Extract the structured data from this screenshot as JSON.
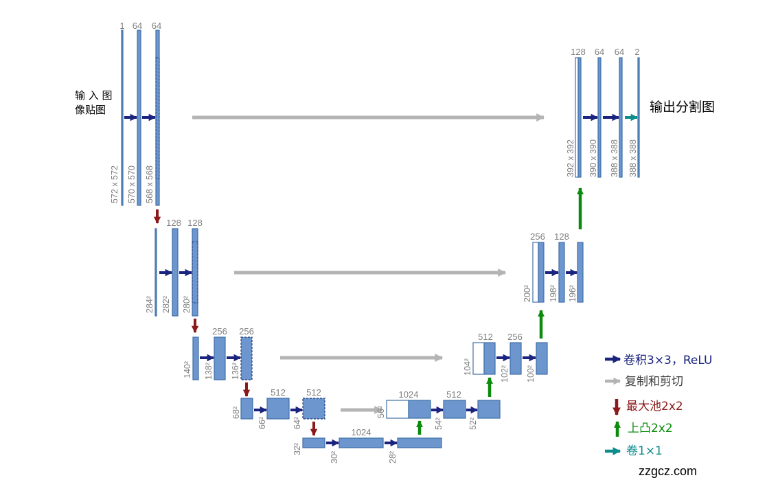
{
  "title_input": [
    "输 入 图",
    "像贴图"
  ],
  "title_output": "输出分割图",
  "watermark": "zzgcz.com",
  "channels": {
    "l1": [
      "1",
      "64",
      "64"
    ],
    "l2": [
      "128",
      "128"
    ],
    "l3": [
      "256",
      "256"
    ],
    "l4": [
      "512",
      "512"
    ],
    "bottom": "1024",
    "u4": [
      "1024",
      "512"
    ],
    "u3": [
      "512",
      "256"
    ],
    "u2": [
      "256",
      "128"
    ],
    "u1": [
      "128",
      "64",
      "64",
      "2"
    ]
  },
  "sizes": {
    "l1": [
      "572 x 572",
      "570 x 570",
      "568 x 568"
    ],
    "l2": [
      "284²",
      "282²",
      "280²"
    ],
    "l3": [
      "140²",
      "138²",
      "136²"
    ],
    "l4": [
      "68²",
      "66²",
      "64²"
    ],
    "bottom": [
      "32²",
      "30²",
      "28²"
    ],
    "u4": [
      "56²",
      "54²",
      "52²"
    ],
    "u3": [
      "104²",
      "102²",
      "100²"
    ],
    "u2": [
      "200²",
      "198²",
      "196²"
    ],
    "u1": [
      "392 x 392",
      "390 x 390",
      "388 x 388",
      "388 x 388"
    ]
  },
  "legend": [
    {
      "label": "卷积3×3，ReLU",
      "color": "#1a237e",
      "icon": "arrow-right-icon"
    },
    {
      "label": "复制和剪切",
      "color": "#404040",
      "icon": "arrow-right-gray-icon"
    },
    {
      "label": "最大池2x2",
      "color": "#8b1a1a",
      "icon": "arrow-down-icon"
    },
    {
      "label": "上凸2x2",
      "color": "#0b8a0b",
      "icon": "arrow-up-icon"
    },
    {
      "label": "卷1×1",
      "color": "#0e8c8c",
      "icon": "arrow-right-teal-icon"
    }
  ],
  "colors": {
    "conv": "#1a237e",
    "copy": "#b4b4b4",
    "pool": "#8b1a1a",
    "up": "#0b8a0b",
    "conv1x1": "#0e8c8c",
    "featuremap": "#6c96cd",
    "featuremap_border": "#3f6fa8"
  }
}
